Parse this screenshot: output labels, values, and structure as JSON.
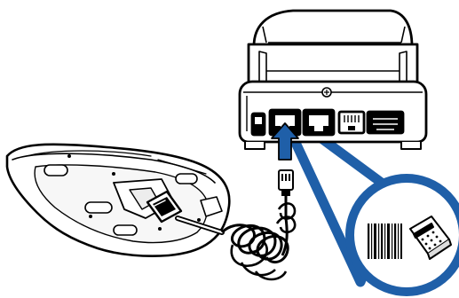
{
  "figure": {
    "kind": "installation illustration",
    "depicts": [
      "printer-rear",
      "cash-drawer-port",
      "insertion-arrow",
      "coiled-cable",
      "handheld-base",
      "port-callout"
    ],
    "colors": {
      "outline": "#000000",
      "fill": "#ffffff",
      "shade": "#f2f2f2",
      "callout": "#1f5fa8",
      "arrow": "#1f5fa8"
    }
  },
  "callout": {
    "icons": [
      "barcode-icon",
      "keypad-device-icon"
    ]
  }
}
